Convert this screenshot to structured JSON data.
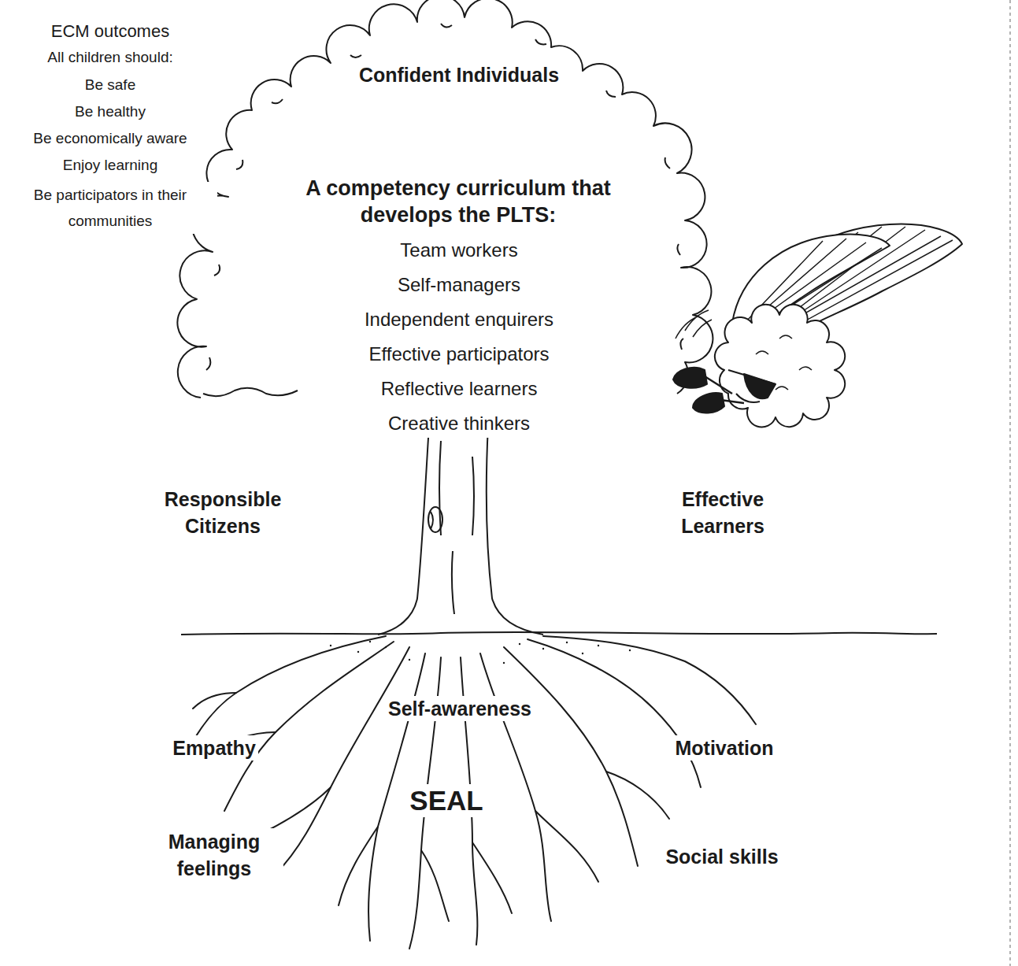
{
  "diagram": {
    "labels": [
      "ECM outcomes",
      "All children should:",
      "Be safe",
      "Be healthy",
      "Be economically aware",
      "Enjoy learning",
      "Be participators in their communities",
      "Confident Individuals",
      "A competency curriculum that develops the PLTS:",
      "Team workers",
      "Self-managers",
      "Independent enquirers",
      "Effective participators",
      "Reflective learners",
      "Creative thinkers",
      "Responsible Citizens",
      "Effective Learners",
      "Self-awareness",
      "Empathy",
      "Motivation",
      "SEAL",
      "Managing feelings",
      "Social skills"
    ]
  }
}
